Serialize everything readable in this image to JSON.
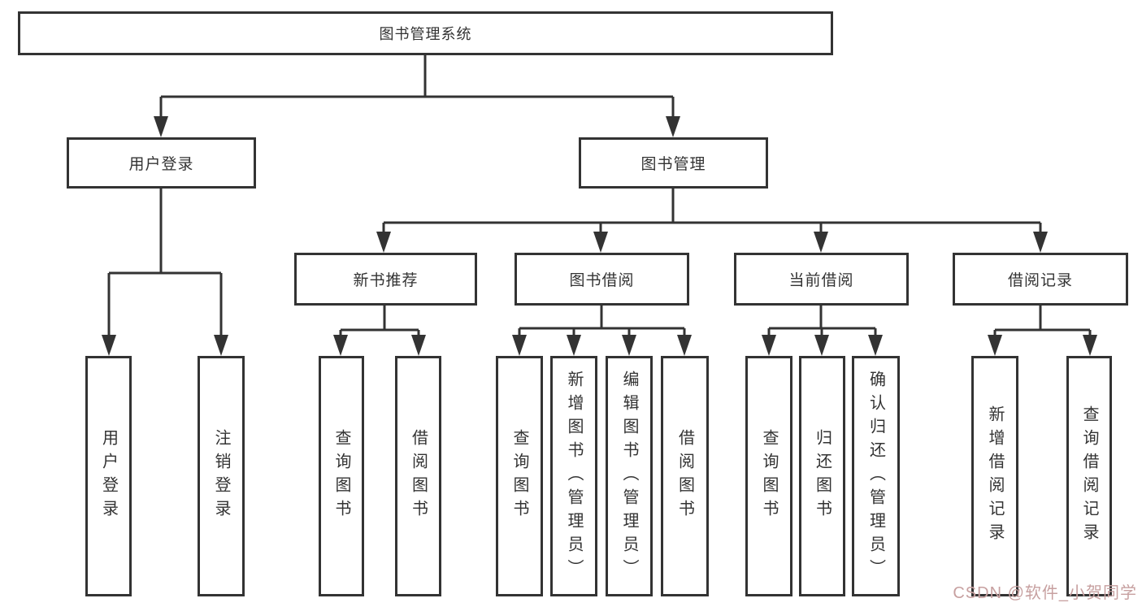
{
  "title": {
    "label": "图书管理系统"
  },
  "level2": {
    "user_login": "用户登录",
    "book_mgmt": "图书管理"
  },
  "level3": {
    "new_books": "新书推荐",
    "book_borrow": "图书借阅",
    "current_borrow": "当前借阅",
    "borrow_records": "借阅记录"
  },
  "leaves": {
    "user_login_leaf": "用户登录",
    "logout": "注销登录",
    "nb_query": "查询图书",
    "nb_borrow": "借阅图书",
    "bb_query": "查询图书",
    "bb_add": "新增图书（管理员）",
    "bb_edit": "编辑图书（管理员）",
    "bb_borrow": "借阅图书",
    "cb_query": "查询图书",
    "cb_return": "归还图书",
    "cb_confirm": "确认归还（管理员）",
    "br_add": "新增借阅记录",
    "br_query": "查询借阅记录"
  },
  "watermark": {
    "text": "CSDN @软件_小贺同学"
  },
  "colors": {
    "line": "#333333",
    "watermark": "#c7a0a0"
  }
}
